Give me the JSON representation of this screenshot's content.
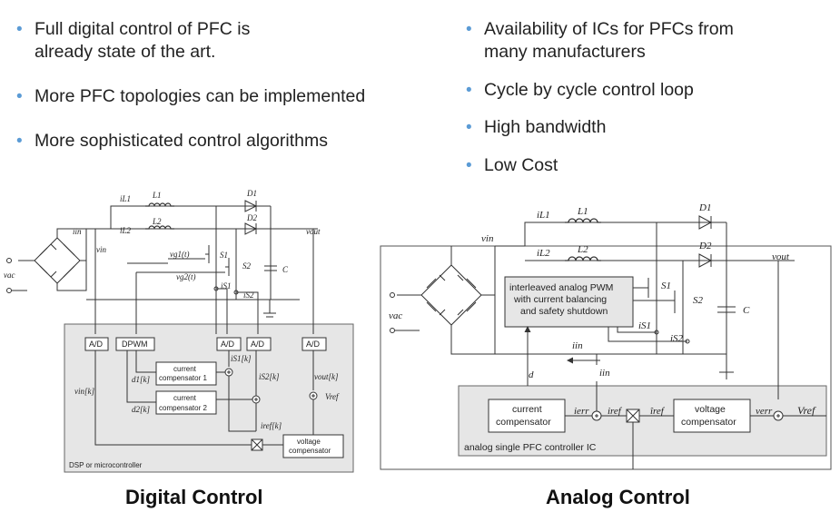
{
  "left_bullets": [
    "Full digital control of PFC is",
    "already state of the art.",
    "More PFC topologies can be implemented",
    "More sophisticated control algorithms"
  ],
  "right_bullets": [
    "Availability of ICs for PFCs from",
    "many manufacturers",
    "Cycle by cycle control loop",
    "High bandwidth",
    "Low Cost"
  ],
  "captions": {
    "digital": "Digital Control",
    "analog": "Analog Control"
  },
  "digital": {
    "il1": "iL1",
    "il2": "iL2",
    "l1": "L1",
    "l2": "L2",
    "d1": "D1",
    "d2": "D2",
    "iin": "iin",
    "vin": "vin",
    "vout": "vout",
    "vac": "vac",
    "vg1": "vg1(t)",
    "vg2": "vg2(t)",
    "s1": "S1",
    "s2": "S2",
    "c": "C",
    "is1": "iS1",
    "is2": "iS2",
    "ad": "A/D",
    "dpwm": "DPWM",
    "cc1a": "current",
    "cc1b": "compensator 1",
    "cc2a": "current",
    "cc2b": "compensator 2",
    "d1k": "d1[k]",
    "d2k": "d2[k]",
    "is1k": "iS1[k]",
    "is2k": "iS2[k]",
    "voutk": "vout[k]",
    "vink": "vin[k]",
    "vref": "Vref",
    "irefk": "iref[k]",
    "vca": "voltage",
    "vcb": "compensator",
    "dsp": "DSP or microcontroller"
  },
  "analog": {
    "il1": "iL1",
    "il2": "iL2",
    "l1": "L1",
    "l2": "L2",
    "d1": "D1",
    "d2": "D2",
    "vin": "vin",
    "vout": "vout",
    "vac": "vac",
    "pwm1": "interleaved analog PWM",
    "pwm2": "with current balancing",
    "pwm3": "and safety shutdown",
    "s1": "S1",
    "s2": "S2",
    "c": "C",
    "is1": "iS1",
    "is2": "iS2",
    "iin": "iin",
    "d": "d",
    "cca": "current",
    "ccb": "compensator",
    "ierr": "ierr",
    "iref": "iref",
    "irefhat": "îref",
    "vca": "voltage",
    "vcb": "compensator",
    "verr": "verr",
    "vref": "Vref",
    "ic": "analog single PFC controller IC"
  }
}
